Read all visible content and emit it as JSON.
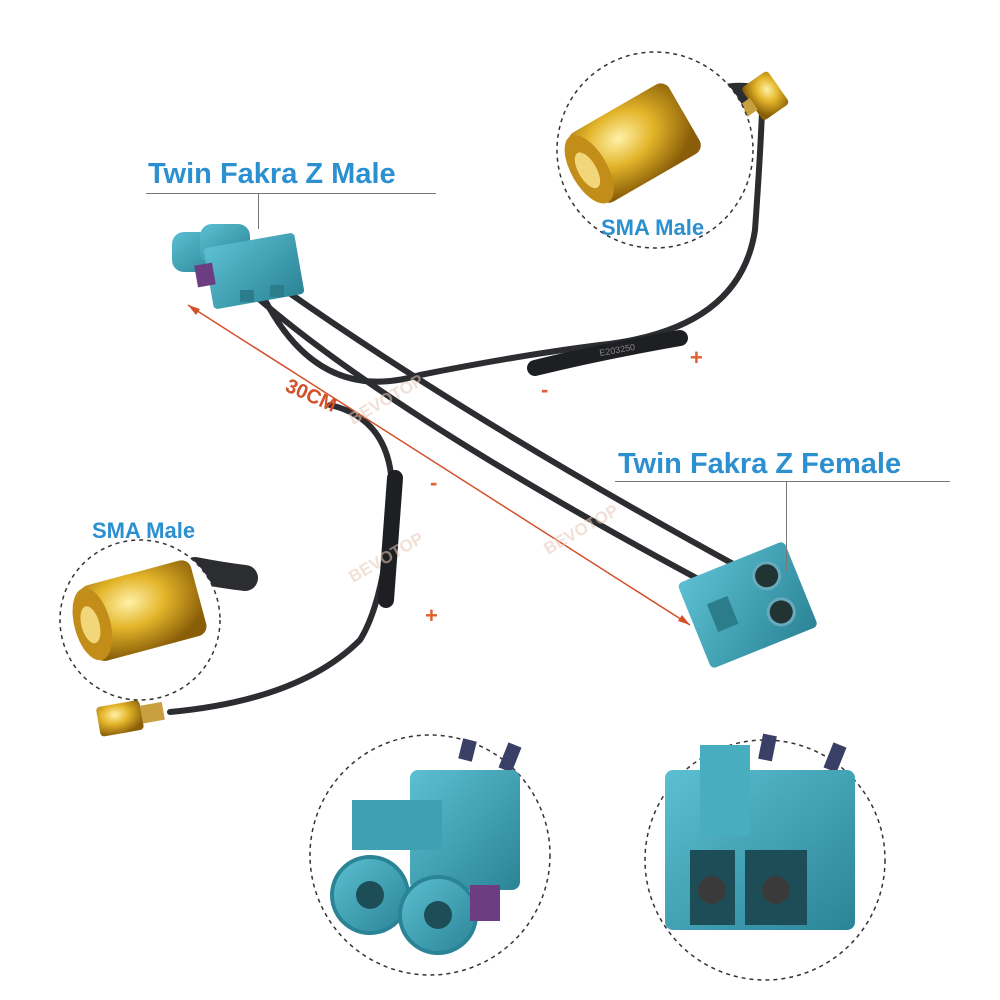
{
  "labels": {
    "twin_male": "Twin Fakra Z Male",
    "twin_female": "Twin Fakra Z Female",
    "sma_male_top": "SMA Male",
    "sma_male_left": "SMA Male",
    "length": "30CM"
  },
  "polarity": {
    "plus": "+",
    "minus": "-"
  },
  "watermark": "BEVOTOP",
  "colors": {
    "fakra_teal": "#3fa0b3",
    "fakra_dark": "#2c7d8c",
    "purple_lock": "#6c3d80",
    "gold": "#d8a820",
    "cable": "#2b2d30",
    "label_blue": "#2b8fd0",
    "dimension_red": "#d4502a"
  }
}
